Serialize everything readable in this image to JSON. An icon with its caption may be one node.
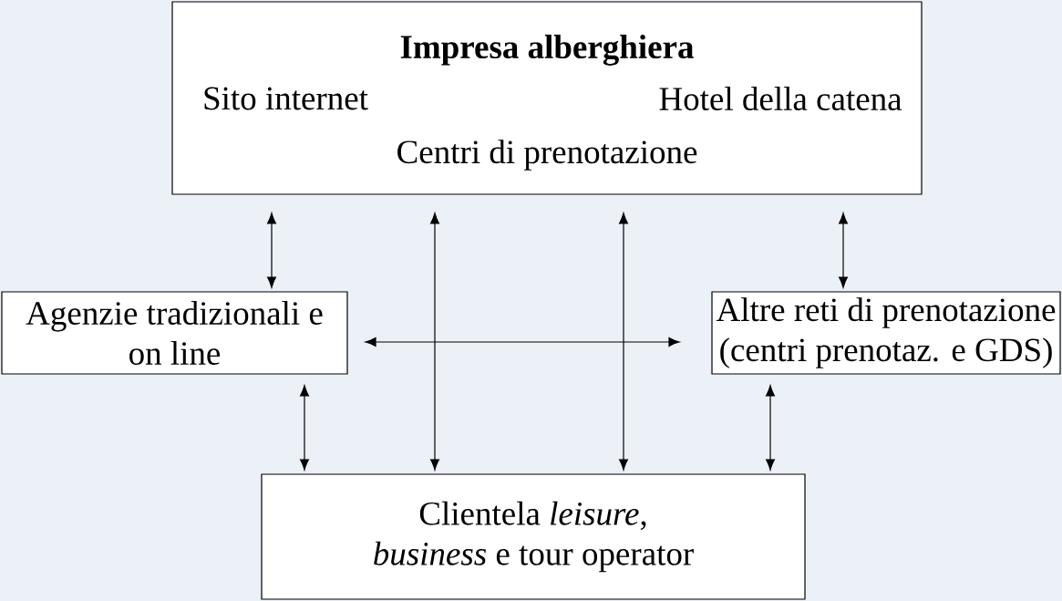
{
  "diagram": {
    "nodes": [
      {
        "text": [
          "Impresa alberghiera",
          "Sito internet",
          "Hotel della catena",
          "Centri di prenotazione"
        ]
      },
      {
        "text": [
          "Agenzie tradizionali e on line"
        ]
      },
      {
        "text": [
          "Altre reti di prenotazione (centri prenotaz. e GDS)"
        ]
      },
      {
        "text": [
          "Clientela *leisure*, *business* e tour operator"
        ]
      }
    ],
    "edges": [
      {
        "from": 0,
        "to": 1,
        "arrow": "both"
      },
      {
        "from": 0,
        "to": 3,
        "arrow": "both"
      },
      {
        "from": 0,
        "to": 3,
        "arrow": "both"
      },
      {
        "from": 0,
        "to": 2,
        "arrow": "both"
      },
      {
        "from": 1,
        "to": 2,
        "arrow": "both"
      },
      {
        "from": 1,
        "to": 3,
        "arrow": "both"
      },
      {
        "from": 2,
        "to": 3,
        "arrow": "both"
      }
    ]
  }
}
